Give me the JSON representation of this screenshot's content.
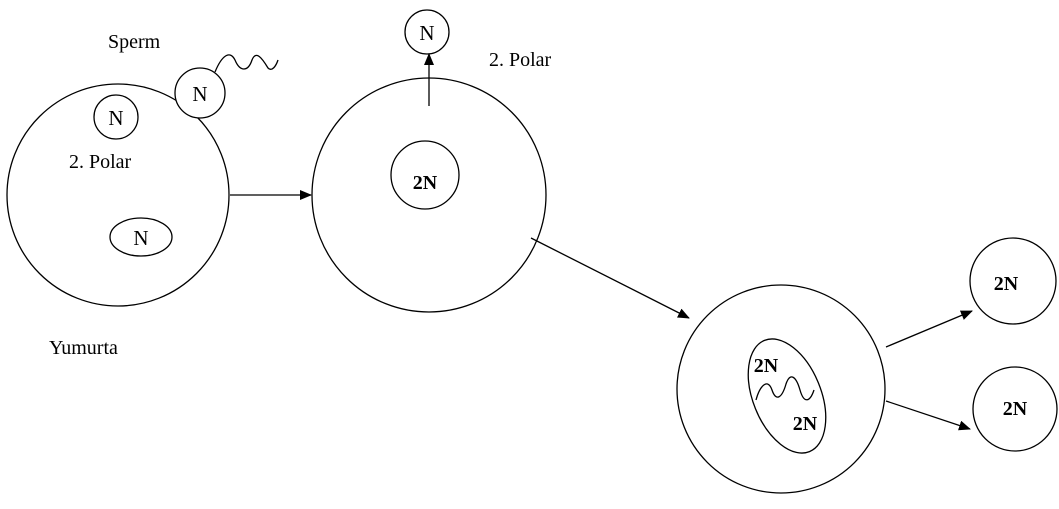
{
  "labels": {
    "sperm": "Sperm",
    "egg": "Yumurta",
    "polar_in_egg": "2. Polar",
    "polar_emitted": "2. Polar"
  },
  "nuclei": {
    "haploid": "N",
    "diploid": "2N"
  },
  "colors": {
    "stroke": "#000000",
    "background": "#ffffff"
  }
}
